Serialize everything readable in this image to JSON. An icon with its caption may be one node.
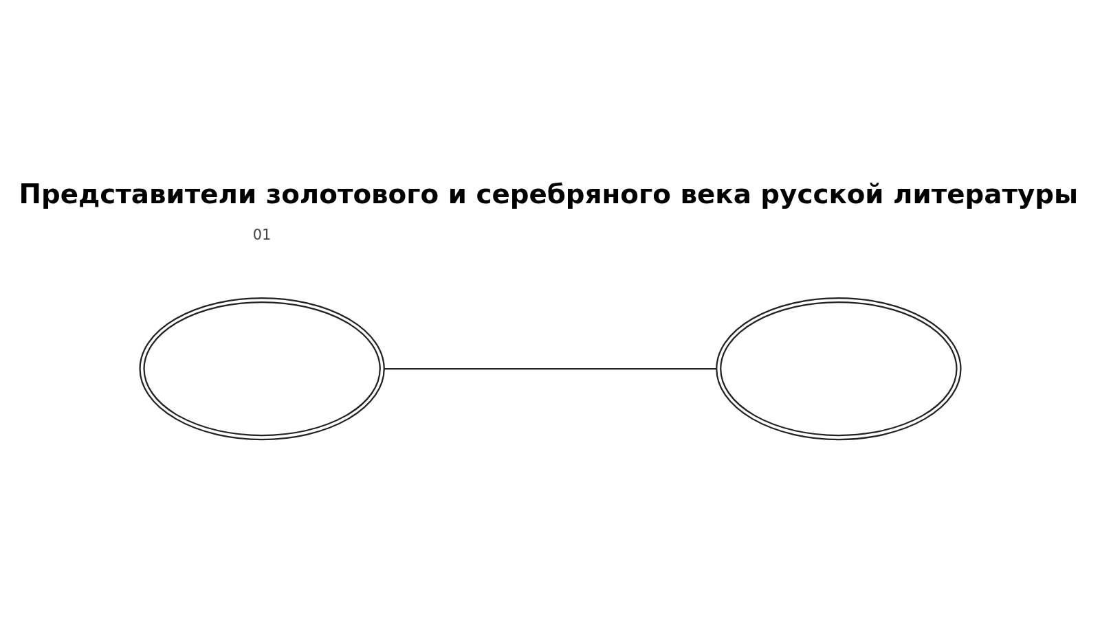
{
  "diagram": {
    "title": "Представители золотового и серебряного века русской литературы",
    "nodes": [
      {
        "text": [],
        "shape": "ellipse"
      },
      {
        "text": [],
        "shape": "ellipse"
      }
    ],
    "edges": [
      {
        "from": 0,
        "to": 1,
        "arrow": "none"
      }
    ],
    "labels": [
      "01"
    ]
  }
}
